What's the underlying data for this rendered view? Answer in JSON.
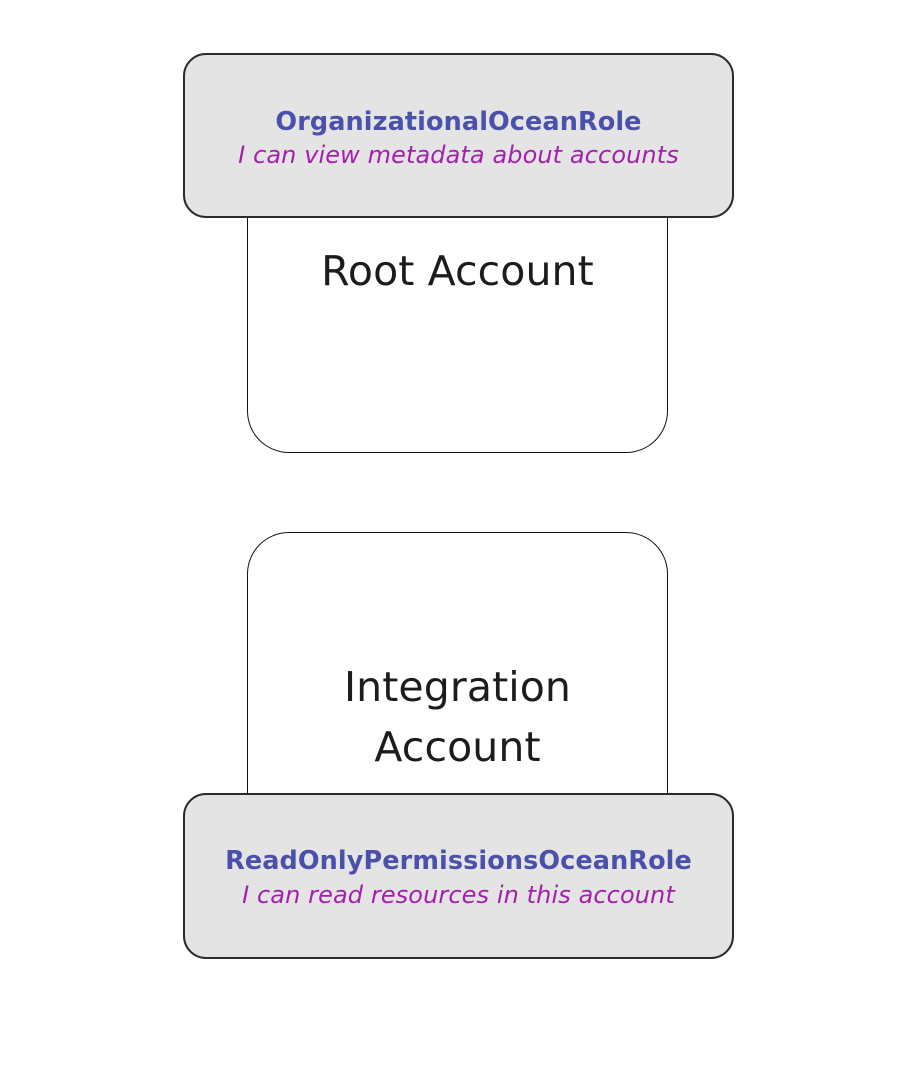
{
  "diagram": {
    "title": "AWS cross-account role diagram",
    "background_color": "#ffffff",
    "colors": {
      "role_box_fill": "#e4e4e4",
      "role_box_border": "#2b2b2b",
      "account_box_fill": "#ffffff",
      "account_box_border": "#131313",
      "role_name_color": "#4a51ab",
      "role_desc_color": "#a51fae",
      "account_label_color": "#1c1c1c"
    },
    "accounts": [
      {
        "id": "root-account",
        "label": "Root Account",
        "role": {
          "id": "organizational-ocean-role",
          "name": "OrganizationalOceanRole",
          "description": "I can view metadata about accounts",
          "position": "top"
        }
      },
      {
        "id": "integration-account",
        "label": "Integration\nAccount",
        "role": {
          "id": "read-only-permissions-ocean-role",
          "name": "ReadOnlyPermissionsOceanRole",
          "description": "I can read resources in this account",
          "position": "bottom"
        }
      }
    ]
  }
}
